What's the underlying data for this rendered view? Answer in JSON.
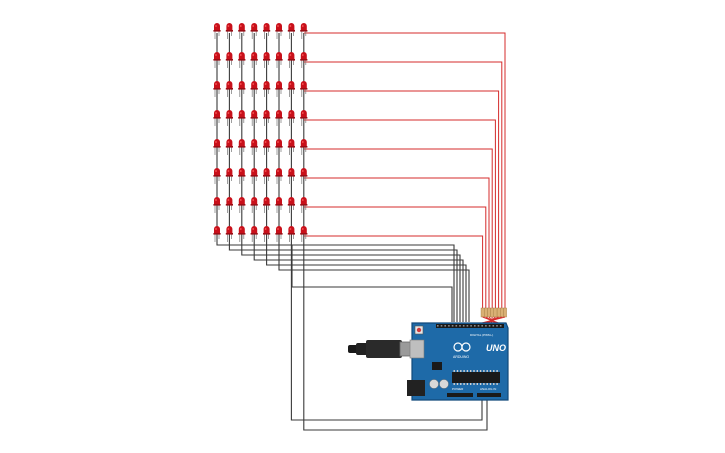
{
  "circuit": {
    "led_matrix": {
      "rows": 8,
      "cols": 8,
      "led_color": "#c8101a",
      "led_highlight": "#ff5a5a"
    },
    "wires": {
      "row_wire_color": "#d42b2b",
      "col_wire_color": "#3a3a3a"
    },
    "resistors": {
      "count": 8,
      "body_color": "#d9b074"
    },
    "board": {
      "name": "UNO",
      "brand": "ARDUINO",
      "digital_label": "DIGITAL (PWM~)",
      "analog_label": "ANALOG IN",
      "power_label": "POWER",
      "board_color": "#1e6aa8",
      "border_color": "#12497a"
    },
    "usb_cable": {
      "color": "#1a1a1a"
    }
  }
}
